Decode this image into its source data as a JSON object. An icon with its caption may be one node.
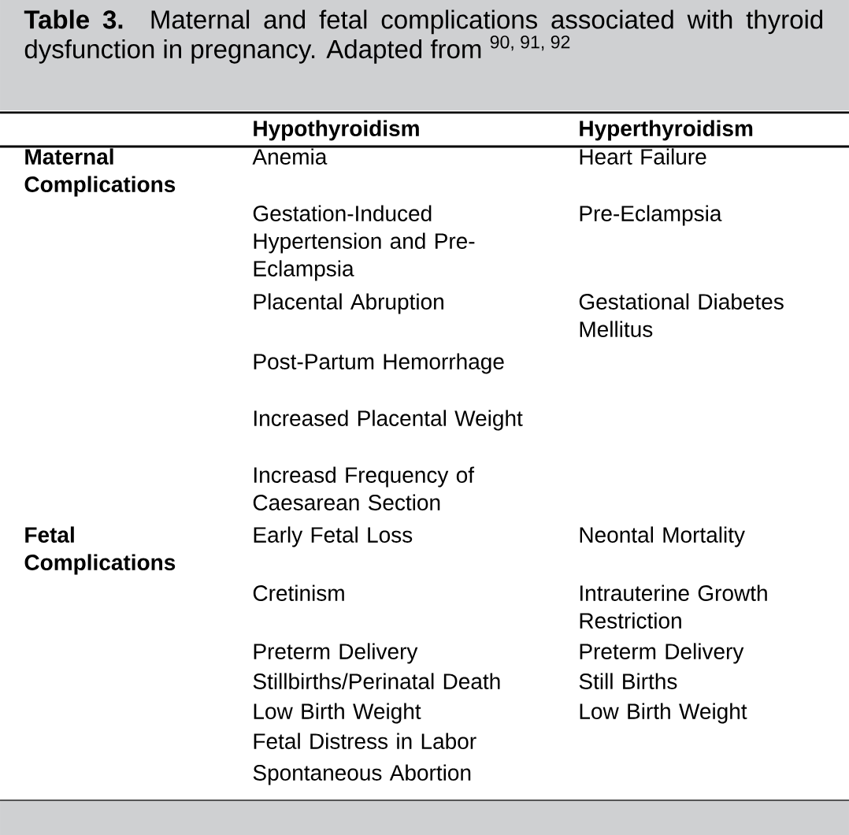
{
  "diagram": {
    "title": "**Table 3.** Maternal and fetal complications associated with thyroid dysfunction in pregnancy. Adapted from $^{90, 91, 92}$",
    "labels": [
      "Hypothyroidism",
      "Hyperthyroidism",
      "Maternal Complications",
      "Anemia",
      "Heart Failure",
      "Gestation-Induced Hypertension and Pre-Eclampsia",
      "Pre-Eclampsia",
      "Placental Abruption",
      "Gestational Diabetes Mellitus",
      "Post-Partum Hemorrhage",
      "Increased Placental Weight",
      "Increasd Frequency of Caesarean Section",
      "Fetal Complications",
      "Early Fetal Loss",
      "Neontal Mortality",
      "Cretinism",
      "Intrauterine Growth Restriction",
      "Preterm Delivery",
      "Preterm Delivery",
      "Stillbirths/Perinatal Death",
      "Still Births",
      "Low Birth Weight",
      "Low Birth Weight",
      "Fetal Distress in Labor",
      "Spontaneous Abortion"
    ]
  }
}
